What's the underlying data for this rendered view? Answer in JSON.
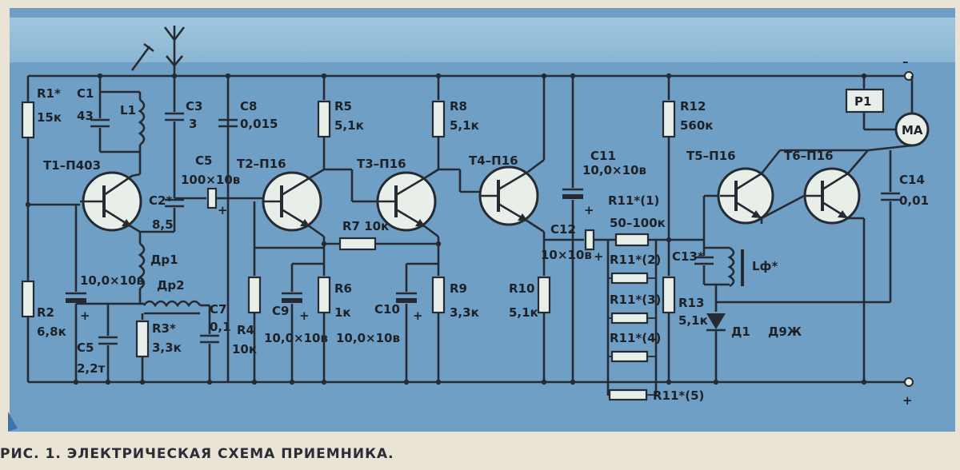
{
  "caption": "РИС. 1. ЭЛЕКТРИЧЕСКАЯ СХЕМА ПРИЕМНИКА.",
  "colors": {
    "panel_blue": "#6f9fc4",
    "panel_light": "#a8c8de",
    "ink": "#262b33",
    "paper": "#e9e4d6"
  },
  "terminals": {
    "minus": "–",
    "plus": "+"
  },
  "transistors": {
    "t1": "T1–П403",
    "t2": "T2–П16",
    "t3": "T3–П16",
    "t4": "T4–П16",
    "t5": "T5–П16",
    "t6": "T6–П16"
  },
  "resistors": {
    "r1": "R1*",
    "r1_val": "15к",
    "r2": "R2",
    "r2_val": "6,8к",
    "r3": "R3*",
    "r3_val": "3,3к",
    "r4": "R4",
    "r4_val": "10к",
    "r5": "R5",
    "r5_val": "5,1к",
    "r6": "R6",
    "r6_val": "1к",
    "r7": "R7 10к",
    "r8": "R8",
    "r8_val": "5,1к",
    "r9": "R9",
    "r9_val": "3,3к",
    "r10": "R10",
    "r10_val": "5,1к",
    "r11_1": "R11*(1)",
    "r11_val": "50–100к",
    "r11_2": "R11*(2)",
    "r11_3": "R11*(3)",
    "r11_4": "R11*(4)",
    "r11_5": "R11*(5)",
    "r12": "R12",
    "r12_val": "560к",
    "r13": "R13",
    "r13_val": "5,1к"
  },
  "capacitors": {
    "c1": "C1",
    "c1_val": "43",
    "c2": "C2*",
    "c2_val": "8,5",
    "c3": "C3",
    "c3_val": "3",
    "c5a": "C5",
    "c5a_val": "100×10в",
    "c5b": "C5",
    "c5b_val": "2,2т",
    "c7": "C7",
    "c7_val": "0,1",
    "c8": "C8",
    "c8_val": "0,015",
    "c9": "C9",
    "c9_val": "10,0×10в",
    "c10": "C10",
    "c10_val": "10,0×10в",
    "c11": "C11",
    "c11_val": "10,0×10в",
    "c12": "C12",
    "c12_val": "10×10в",
    "c13": "C13*",
    "c14": "C14",
    "c14_val": "0,01",
    "c_first": "10,0×10в"
  },
  "inductors": {
    "l1": "L1",
    "dr1": "Др1",
    "dr2": "Др2",
    "lf": "Lф*"
  },
  "diode": {
    "name": "Д1",
    "type": "Д9Ж"
  },
  "meter": "МА",
  "relay": "P1"
}
